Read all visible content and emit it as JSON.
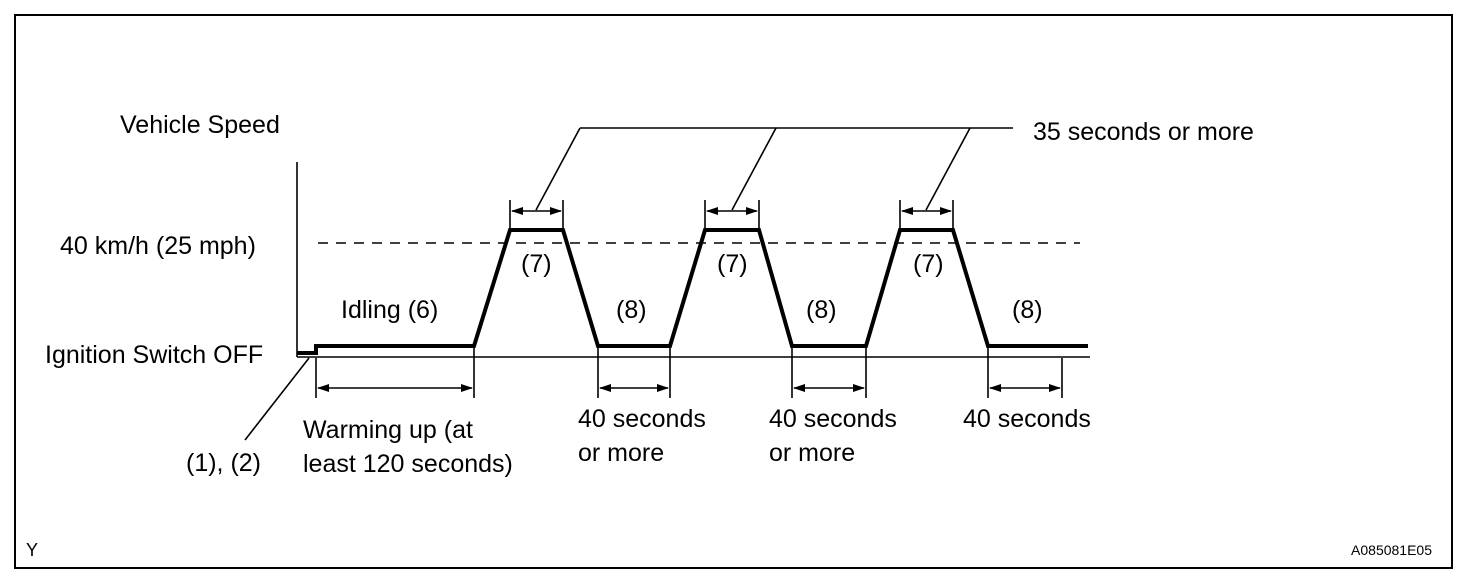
{
  "axis_label": "Vehicle Speed",
  "speed_level_label": "40 km/h (25 mph)",
  "ignition_label": "Ignition Switch OFF",
  "step_1_2_label": "(1), (2)",
  "idling_label": "Idling (6)",
  "warming_label_line1": "Warming up (at",
  "warming_label_line2": "least 120 seconds)",
  "cycles": [
    {
      "accel_label": "(7)",
      "decel_label": "(8)",
      "hold_line1": "40 seconds",
      "hold_line2": "or more"
    },
    {
      "accel_label": "(7)",
      "decel_label": "(8)",
      "hold_line1": "40 seconds",
      "hold_line2": "or more"
    },
    {
      "accel_label": "(7)",
      "decel_label": "(8)",
      "hold_line1": "40 seconds",
      "hold_line2": ""
    }
  ],
  "peak_duration_label": "35 seconds or more",
  "corner_left": "Y",
  "figure_code": "A085081E05"
}
